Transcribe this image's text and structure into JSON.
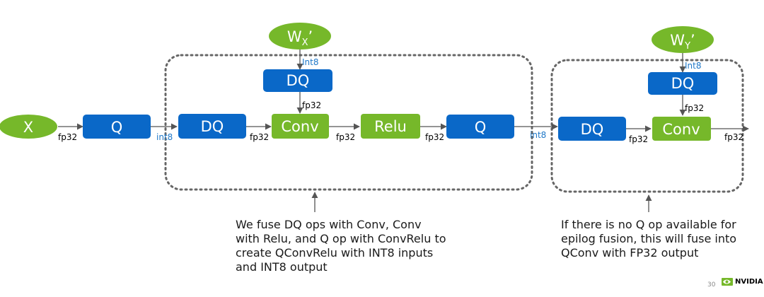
{
  "colors": {
    "blue_node": "#0a68c8",
    "green_node": "#76b82a",
    "arrow": "#555555",
    "int8_label": "#1f78c8",
    "fp32_label": "#000000",
    "group_border": "#666666"
  },
  "nodes": {
    "wx": {
      "base": "W",
      "sub": "X",
      "suffix": "’"
    },
    "wy": {
      "base": "W",
      "sub": "Y",
      "suffix": "’"
    },
    "x": "X",
    "q1": "Q",
    "dq1": "DQ",
    "dq_w1": "DQ",
    "conv1": "Conv",
    "relu": "Relu",
    "q2": "Q",
    "dq2": "DQ",
    "dq_w2": "DQ",
    "conv2": "Conv"
  },
  "edge_labels": {
    "x_q": "fp32",
    "q_dq": "int8",
    "wx_dq": "Int8",
    "dqw_conv": "fp32",
    "dq_conv": "fp32",
    "conv_relu": "fp32",
    "relu_q": "fp32",
    "q_dq2": "int8",
    "wy_dq": "Int8",
    "dqw2_conv2": "fp32",
    "dq2_conv2": "fp32",
    "conv2_out": "fp32"
  },
  "captions": {
    "left": "We fuse DQ ops with Conv, Conv with Relu, and Q op with ConvRelu to create QConvRelu with INT8 inputs and INT8 output",
    "right": "If there is no Q op available for epilog fusion, this will fuse into QConv with FP32 output"
  },
  "footer": {
    "page_number": "30",
    "brand": "NVIDIA",
    "brand_logo_icon": "nvidia-eye-icon"
  }
}
